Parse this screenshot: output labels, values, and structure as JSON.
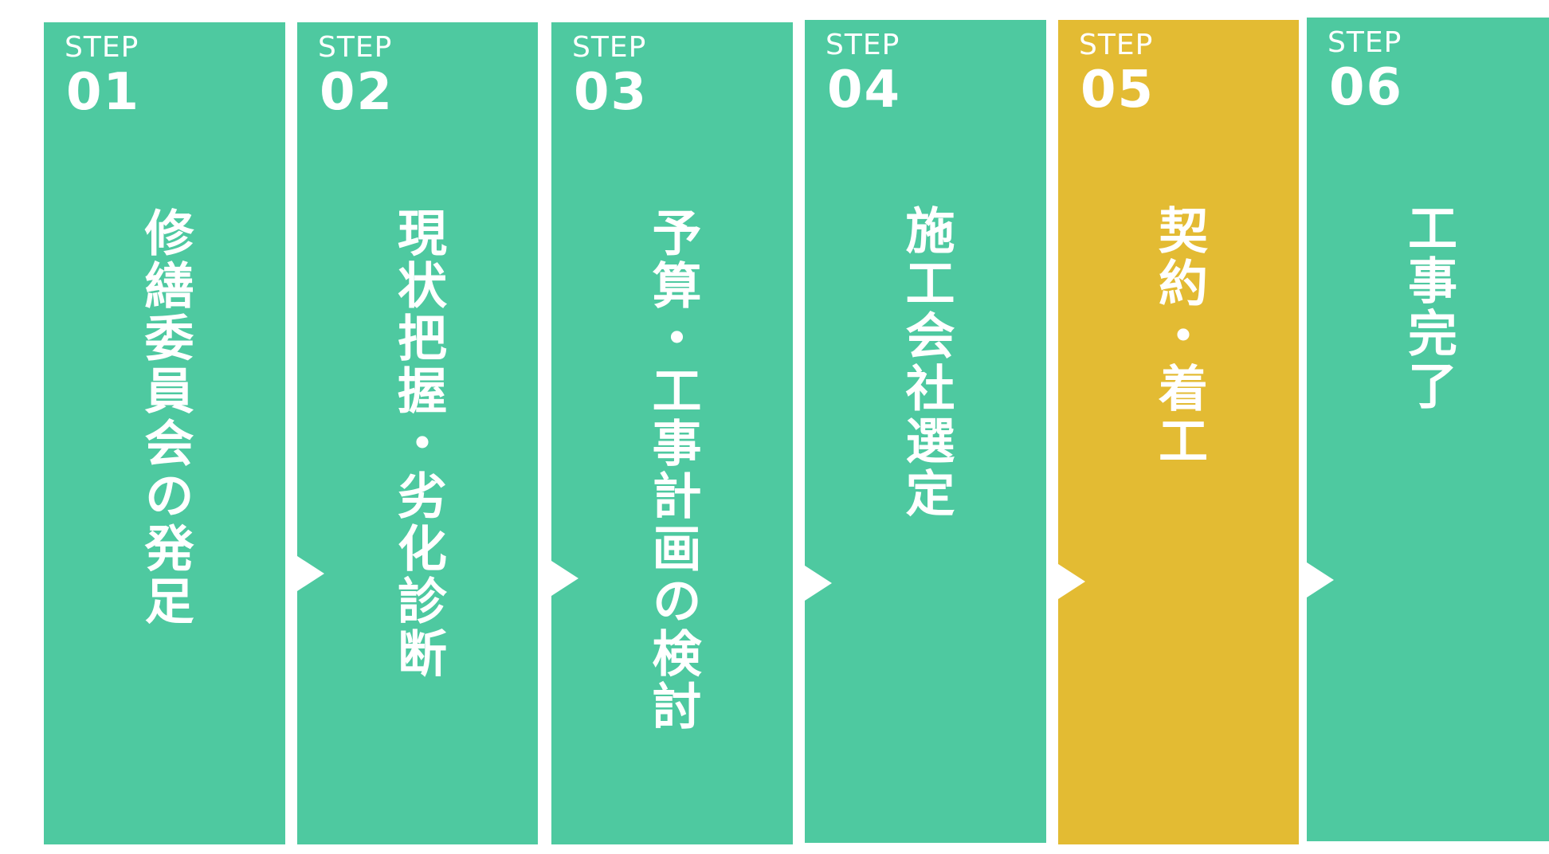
{
  "colors": {
    "step_green": "#4EC9A0",
    "step_gold": "#E3BB33",
    "background": "#FFFFFF",
    "text": "#FFFFFF"
  },
  "steps": [
    {
      "label": "STEP",
      "number": "01",
      "title": "修繕委員会の発足",
      "color": "#4EC9A0"
    },
    {
      "label": "STEP",
      "number": "02",
      "title": "現状把握・劣化診断",
      "color": "#4EC9A0"
    },
    {
      "label": "STEP",
      "number": "03",
      "title": "予算・工事計画の検討",
      "color": "#4EC9A0"
    },
    {
      "label": "STEP",
      "number": "04",
      "title": "施工会社選定",
      "color": "#4EC9A0"
    },
    {
      "label": "STEP",
      "number": "05",
      "title": "契約・着工",
      "color": "#E3BB33"
    },
    {
      "label": "STEP",
      "number": "06",
      "title": "工事完了",
      "color": "#4EC9A0"
    }
  ]
}
